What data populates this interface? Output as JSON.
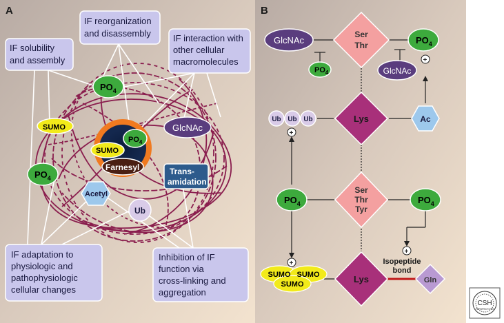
{
  "panels": {
    "a": {
      "label": "A",
      "callouts": {
        "solubility": [
          "IF solubility",
          "and assembly"
        ],
        "reorganization": [
          "IF reorganization",
          "and disassembly"
        ],
        "interaction": [
          "IF interaction with",
          "other cellular",
          "macromolecules"
        ],
        "adaptation": [
          "IF adaptation to",
          "physiologic and",
          "pathophysiologic",
          "cellular changes"
        ],
        "inhibition": [
          "Inhibition of IF",
          "function via",
          "cross-linking and",
          "aggregation"
        ]
      },
      "mods": {
        "po4_top": "PO",
        "po4_top_sub": "4",
        "sumo_left": "SUMO",
        "glcnac": "GlcNAc",
        "po4_inner": "PO",
        "po4_inner_sub": "4",
        "sumo_inner": "SUMO",
        "farnesyl": "Farnesyl",
        "po4_left": "PO",
        "po4_left_sub": "4",
        "transamidation": [
          "Trans-",
          "amidation"
        ],
        "acetyl": "Acetyl",
        "ub": "Ub"
      }
    },
    "b": {
      "label": "B",
      "nodes": {
        "ser_thr": [
          "Ser",
          "Thr"
        ],
        "glcnac_left": "GlcNAc",
        "po4_left_top": "PO",
        "po4_left_top_sub": "4",
        "po4_right_top": "PO",
        "po4_right_top_sub": "4",
        "glcnac_right": "GlcNAc",
        "lys_top": "Lys",
        "ub_chain": [
          "Ub",
          "Ub",
          "Ub"
        ],
        "ac": "Ac",
        "ser_thr_tyr": [
          "Ser",
          "Thr",
          "Tyr"
        ],
        "po4_mid_left": "PO",
        "po4_mid_left_sub": "4",
        "po4_mid_right": "PO",
        "po4_mid_right_sub": "4",
        "lys_bottom": "Lys",
        "sumo_cluster": [
          "SUMO",
          "SUMO",
          "SUMO"
        ],
        "isopeptide": [
          "Isopeptide",
          "bond"
        ],
        "gln": "Gln",
        "plus": "+"
      }
    },
    "logo": {
      "line1": "CSH",
      "line2": "PERSPECTIVES"
    }
  },
  "colors": {
    "callout_fill": "#c9c6ec",
    "po4": "#3daa3d",
    "sumo": "#f2ea1a",
    "glcnac": "#5a3d7e",
    "ser_thr": "#f4a0a0",
    "lys": "#a8307a",
    "ub": "#d9cbe8",
    "ac": "#9dc8ec",
    "gln": "#b99ad2",
    "transamidation": "#2d5b8c",
    "filament": "#8a1e4e",
    "isopeptide_line": "#c01818"
  }
}
